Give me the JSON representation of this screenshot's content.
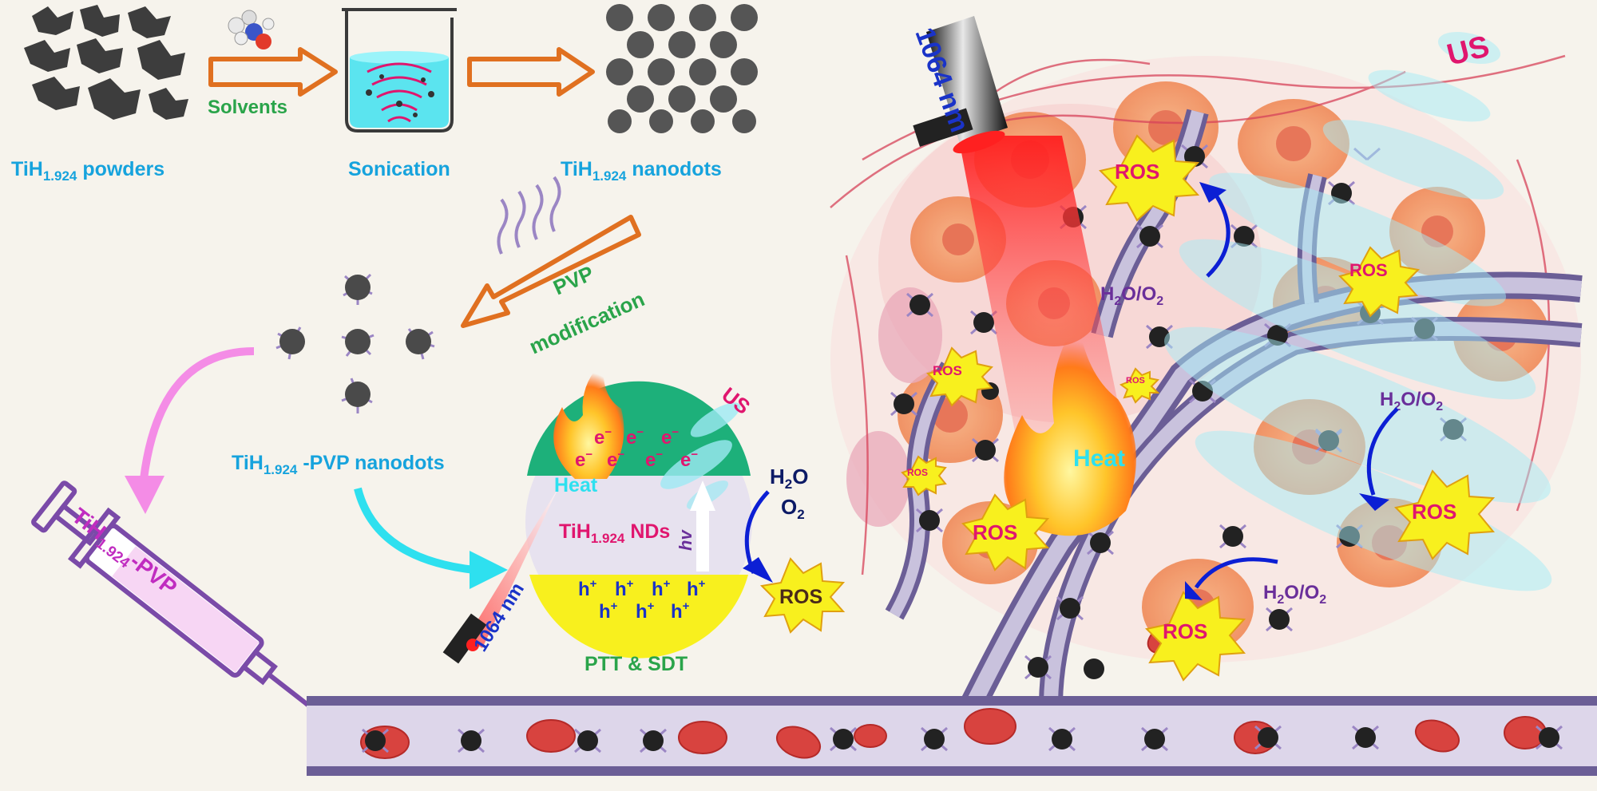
{
  "labels": {
    "powders": "TiH",
    "powders_sub": "1.924",
    "powders_tail": " powders",
    "solvents": "Solvents",
    "sonication": "Sonication",
    "nanodots": "TiH",
    "nanodots_sub": "1.924",
    "nanodots_tail": " nanodots",
    "pvp": "PVP",
    "modification": "modification",
    "pvp_nanodots": "TiH",
    "pvp_nanodots_sub": "1.924",
    "pvp_nanodots_tail": " -PVP nanodots",
    "syringe": "TiH",
    "syringe_sub": "1.924",
    "syringe_tail": "-PVP",
    "us_small": "US",
    "us_big": "US",
    "heat_small": "Heat",
    "heat_big": "Heat",
    "electron": "e",
    "electron_sup": "−",
    "hole": "h",
    "hole_sup": "+",
    "nds": "TiH",
    "nds_sub": "1.924",
    "nds_tail": " NDs",
    "hv": "hv",
    "laser_small": "1064 nm",
    "laser_big": "1064 nm",
    "h2o": "H",
    "h2o_sub": "2",
    "h2o_tail": "O",
    "o2": "O",
    "o2_sub": "2",
    "ros": "ROS",
    "ptt_sdt": "PTT & SDT",
    "h2o_o2": "H",
    "h2o_o2_sub1": "2",
    "h2o_o2_mid": "O/O",
    "h2o_o2_sub2": "2"
  },
  "colors": {
    "cyan_label": "#16a3dd",
    "green_label": "#2aa44a",
    "magenta": "#e0166e",
    "orange_arrow": "#e07020",
    "purple": "#6a4a9a",
    "ros_fill": "#f8f01e",
    "ros_text": "#e0166e",
    "laser_text": "#1a33c8",
    "h2o_text": "#6a2f9a",
    "rbc": "#d8433f",
    "vessel": "#6b5e96",
    "tumor_cell": "#f09a6a"
  }
}
